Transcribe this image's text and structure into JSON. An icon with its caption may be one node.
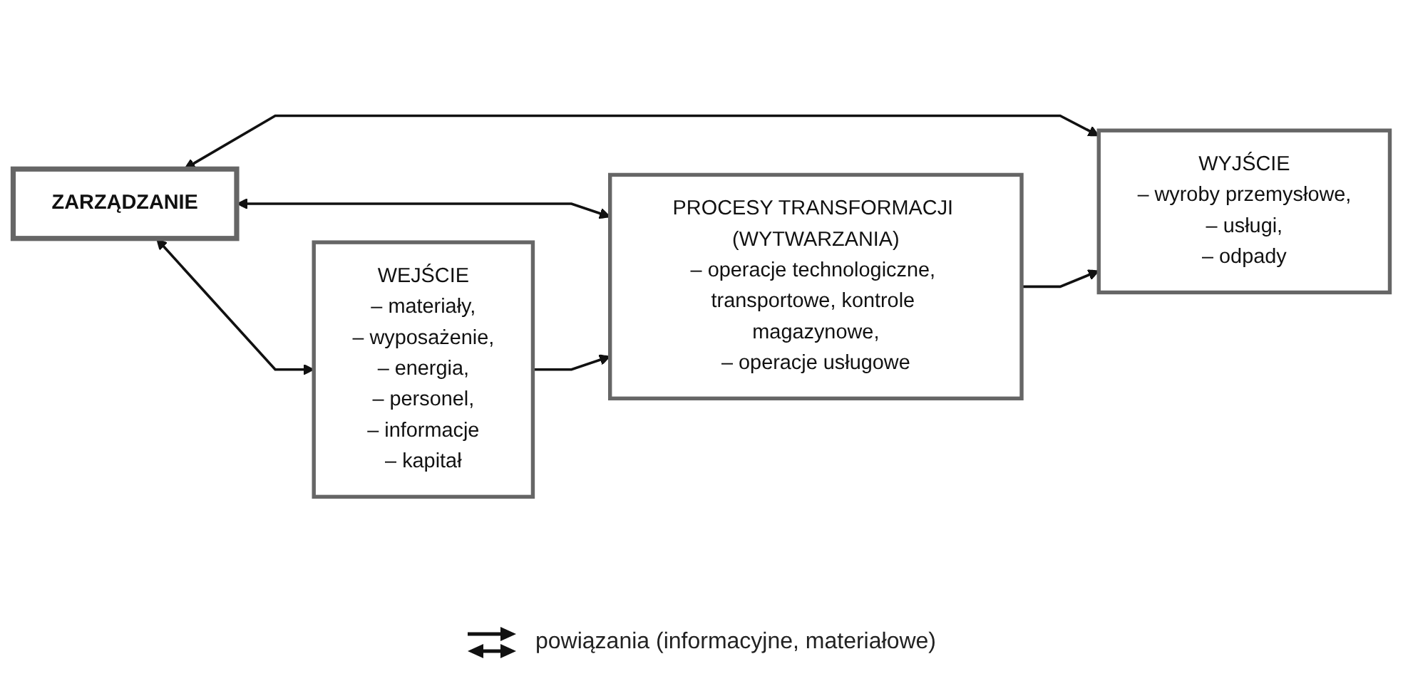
{
  "diagram": {
    "nodes": [
      {
        "text": [
          "ZARZĄDZANIE"
        ]
      },
      {
        "text": [
          "WEJŚCIE",
          "– materiały,",
          "– wyposażenie,",
          "– energia,",
          "– personel,",
          "– informacje",
          "– kapitał"
        ]
      },
      {
        "text": [
          "PROCESY TRANSFORMACJI (WYTWARZANIA)",
          "– operacje technologiczne, transportowe, kontrole magazynowe,",
          "– operacje usługowe"
        ]
      },
      {
        "text": [
          "WYJŚCIE",
          "– wyroby przemysłowe,",
          "– usługi,",
          "– odpady"
        ]
      }
    ],
    "edges": [
      {
        "from": 0,
        "to": 1,
        "arrow": "both"
      },
      {
        "from": 0,
        "to": 2,
        "arrow": "both"
      },
      {
        "from": 0,
        "to": 3,
        "arrow": "both"
      },
      {
        "from": 1,
        "to": 2,
        "arrow": "to"
      },
      {
        "from": 2,
        "to": 3,
        "arrow": "to"
      }
    ],
    "legend": [
      {
        "text": "powiązania (informacyjne, materiałowe)"
      }
    ]
  }
}
